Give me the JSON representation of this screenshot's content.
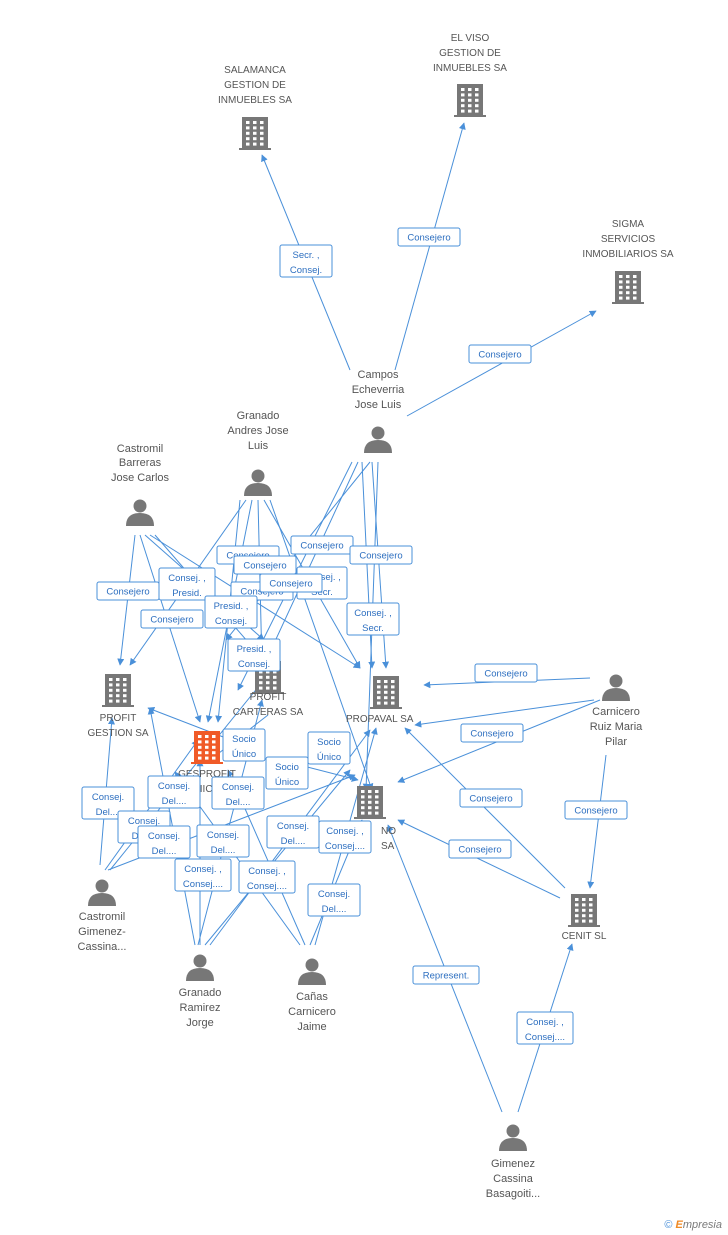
{
  "colors": {
    "edge": "#4a90d9",
    "company_icon": "#777777",
    "main_company_icon": "#f05a28",
    "person_icon": "#777777",
    "label_text": "#555555",
    "edge_label_text": "#2d6fc0"
  },
  "nodes": [
    {
      "id": "salamanca",
      "type": "company",
      "lines": [
        "SALAMANCA",
        "GESTION DE",
        "INMUEBLES SA"
      ]
    },
    {
      "id": "elviso",
      "type": "company",
      "lines": [
        "EL VISO",
        "GESTION DE",
        "INMUEBLES SA"
      ]
    },
    {
      "id": "sigma",
      "type": "company",
      "lines": [
        "SIGMA",
        "SERVICIOS",
        "INMOBILIARIOS SA"
      ]
    },
    {
      "id": "campos",
      "type": "person",
      "lines": [
        "Campos",
        "Echeverria",
        "Jose Luis"
      ]
    },
    {
      "id": "granado_andres",
      "type": "person",
      "lines": [
        "Granado",
        "Andres Jose",
        "Luis"
      ]
    },
    {
      "id": "castromil_barreras",
      "type": "person",
      "lines": [
        "Castromil",
        "Barreras",
        "Jose Carlos"
      ]
    },
    {
      "id": "profit_gestion",
      "type": "company",
      "lines": [
        "PROFIT",
        "GESTION SA"
      ]
    },
    {
      "id": "profit_carteras",
      "type": "company",
      "lines": [
        "PROFIT",
        "CARTERAS SA"
      ]
    },
    {
      "id": "propaval",
      "type": "company",
      "lines": [
        "PROPAVAL SA"
      ]
    },
    {
      "id": "gesprofit",
      "type": "main",
      "lines": [
        "GESPROFIT",
        "SGIIC SA"
      ]
    },
    {
      "id": "no_sa",
      "type": "company",
      "lines": [
        "NO",
        "SA"
      ]
    },
    {
      "id": "carnicero_ruiz",
      "type": "person",
      "lines": [
        "Carnicero",
        "Ruiz Maria",
        "Pilar"
      ]
    },
    {
      "id": "cenit",
      "type": "company",
      "lines": [
        "CENIT SL"
      ]
    },
    {
      "id": "castromil_gimenez",
      "type": "person",
      "lines": [
        "Castromil",
        "Gimenez-",
        "Cassina..."
      ]
    },
    {
      "id": "granado_ramirez",
      "type": "person",
      "lines": [
        "Granado",
        "Ramirez",
        "Jorge"
      ]
    },
    {
      "id": "canas",
      "type": "person",
      "lines": [
        "Cañas",
        "Carnicero",
        "Jaime"
      ]
    },
    {
      "id": "gimenez_cassina",
      "type": "person",
      "lines": [
        "Gimenez",
        "Cassina",
        "Basagoiti..."
      ]
    }
  ],
  "edge_labels": [
    {
      "id": "e_campos_salamanca",
      "lines": [
        "Secr. ,",
        "Consej."
      ]
    },
    {
      "id": "e_campos_elviso",
      "lines": [
        "Consejero"
      ]
    },
    {
      "id": "e_campos_sigma",
      "lines": [
        "Consejero"
      ]
    },
    {
      "id": "e1",
      "lines": [
        "Consejero"
      ]
    },
    {
      "id": "e2",
      "lines": [
        "Consejero"
      ]
    },
    {
      "id": "e3",
      "lines": [
        "Consejero"
      ]
    },
    {
      "id": "e4",
      "lines": [
        "Consejero"
      ]
    },
    {
      "id": "e5",
      "lines": [
        "Consej. ,",
        "Presid."
      ]
    },
    {
      "id": "e6",
      "lines": [
        "Consej. ,",
        "Secr."
      ]
    },
    {
      "id": "e7",
      "lines": [
        "Consejero"
      ]
    },
    {
      "id": "e8",
      "lines": [
        "Consejero"
      ]
    },
    {
      "id": "e9",
      "lines": [
        "Consejero"
      ]
    },
    {
      "id": "e10",
      "lines": [
        "Presid. ,",
        "Consej."
      ]
    },
    {
      "id": "e11",
      "lines": [
        "Consejero"
      ]
    },
    {
      "id": "e12",
      "lines": [
        "Consej. ,",
        "Secr."
      ]
    },
    {
      "id": "e13",
      "lines": [
        "Presid. ,",
        "Consej."
      ]
    },
    {
      "id": "e14",
      "lines": [
        "Socio",
        "Único"
      ]
    },
    {
      "id": "e15",
      "lines": [
        "Socio",
        "Único"
      ]
    },
    {
      "id": "e16",
      "lines": [
        "Socio",
        "Único"
      ]
    },
    {
      "id": "e17",
      "lines": [
        "Consej.",
        "Del...."
      ]
    },
    {
      "id": "e18",
      "lines": [
        "Consej.",
        "Del...."
      ]
    },
    {
      "id": "e19",
      "lines": [
        "Consej.",
        "Del...."
      ]
    },
    {
      "id": "e20",
      "lines": [
        "Consej.",
        "Del...."
      ]
    },
    {
      "id": "e21",
      "lines": [
        "Consej.",
        "Del...."
      ]
    },
    {
      "id": "e22",
      "lines": [
        "Consej.",
        "Del...."
      ]
    },
    {
      "id": "e23",
      "lines": [
        "Consej.",
        "Del...."
      ]
    },
    {
      "id": "e24",
      "lines": [
        "Consej. ,",
        "Consej...."
      ]
    },
    {
      "id": "e25",
      "lines": [
        "Consej. ,",
        "Consej...."
      ]
    },
    {
      "id": "e26",
      "lines": [
        "Consej. ,",
        "Consej...."
      ]
    },
    {
      "id": "e27",
      "lines": [
        "Consej.",
        "Del...."
      ]
    },
    {
      "id": "e28",
      "lines": [
        "Consejero"
      ]
    },
    {
      "id": "e29",
      "lines": [
        "Consejero"
      ]
    },
    {
      "id": "e30",
      "lines": [
        "Consejero"
      ]
    },
    {
      "id": "e31",
      "lines": [
        "Consejero"
      ]
    },
    {
      "id": "e32",
      "lines": [
        "Consejero"
      ]
    },
    {
      "id": "e33",
      "lines": [
        "Represent."
      ]
    },
    {
      "id": "e34",
      "lines": [
        "Consej. ,",
        "Consej...."
      ]
    }
  ],
  "footer": {
    "copyright": "©",
    "brand_first": "E",
    "brand_rest": "mpresia"
  }
}
